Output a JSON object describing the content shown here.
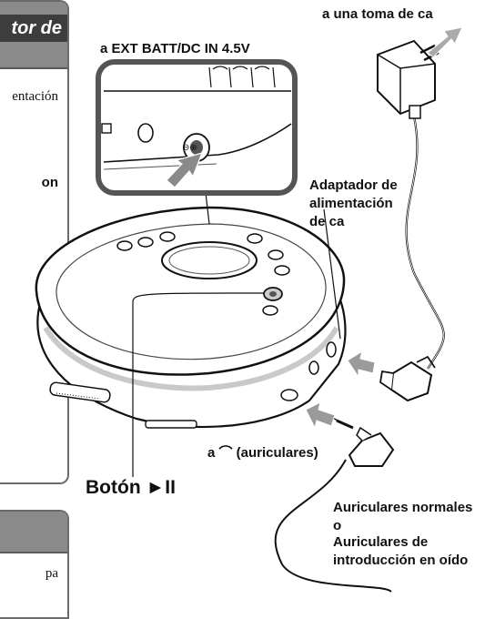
{
  "sidebar_top": {
    "header_text": "tor de",
    "line1": "entación",
    "line2": "on"
  },
  "sidebar_bottom": {
    "line1": "pa"
  },
  "labels": {
    "ac_outlet": "a una toma de ca",
    "ext_batt": "a EXT BATT/DC IN 4.5V",
    "adapter_line1": "Adaptador de",
    "adapter_line2": "alimentación",
    "adapter_line3": "de ca",
    "headphones": "a ⌒ (auriculares)",
    "play_button": "Botón ►II",
    "phones_line1": "Auriculares normales",
    "phones_line2": "o",
    "phones_line3": "Auriculares de",
    "phones_line4": "introducción en oído"
  }
}
